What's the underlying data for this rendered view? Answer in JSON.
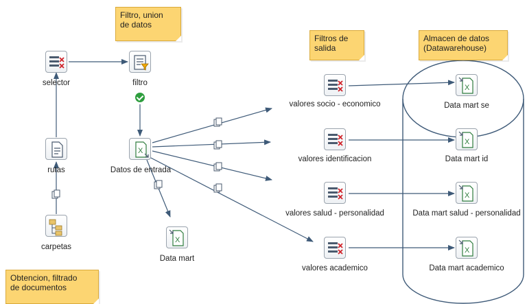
{
  "notes": {
    "filtro": [
      "Filtro, union",
      "de datos"
    ],
    "salida": [
      "Filtros de",
      "salida"
    ],
    "almacen": [
      "Almacen de datos",
      "(Datawarehouse)"
    ],
    "obtencion": [
      "Obtencion, filtrado",
      "de documentos"
    ]
  },
  "steps": {
    "selector": "selector",
    "filtro": "filtro",
    "rutas": "rutas",
    "carpetas": "carpetas",
    "datos_entrada": "Datos de entrada",
    "data_mart": "Data mart",
    "valores_socio": "valores socio - economico",
    "valores_identificacion": "valores identificacion",
    "valores_salud": "valores salud - personalidad",
    "valores_academico": "valores academico",
    "mart_se": "Data mart se",
    "mart_id": "Data mart id",
    "mart_salud": "Data mart salud - personalidad",
    "mart_academico": "Data mart academico"
  },
  "colors": {
    "hop": "#3e5a78",
    "note_bg": "#fcd572",
    "ok": "#2e9e3e",
    "excel": "#2f7d3e",
    "filter_red": "#d0232a"
  },
  "icons": {
    "filter_rows": "filter-rows-icon",
    "excel_output": "excel-output-icon",
    "get_file_names": "file-list-icon",
    "folder": "folder-tree-icon",
    "copy": "copy-rows-icon"
  }
}
